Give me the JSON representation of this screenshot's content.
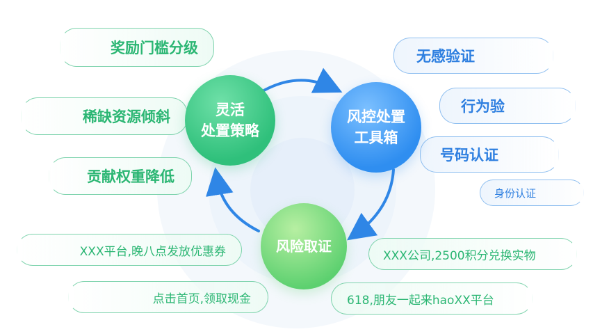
{
  "center": {
    "strategy": {
      "line1": "灵活",
      "line2": "处置策略"
    },
    "tools": {
      "line1": "风控处置",
      "line2": "工具箱"
    },
    "evidence": {
      "label": "风险取证"
    }
  },
  "strategy_items": [
    "奖励门槛分级",
    "稀缺资源倾斜",
    "贡献权重降低"
  ],
  "tool_items": [
    "无感验证",
    "行为验",
    "号码认证",
    "身份认证"
  ],
  "evidence_left_items": [
    "XXX平台,晚八点发放优惠券",
    "点击首页,领取现金"
  ],
  "evidence_right_items": [
    "XXX公司,2500积分兑换实物",
    "618,朋友一起来haoXX平台"
  ],
  "colors": {
    "green": "#2bb673",
    "blue": "#2e7fe0",
    "arrow": "#2f86e6"
  }
}
